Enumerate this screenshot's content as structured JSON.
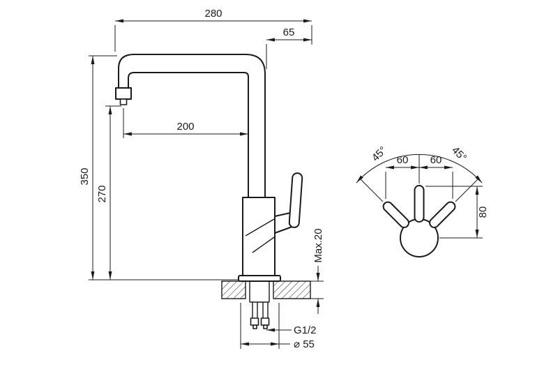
{
  "front_view": {
    "total_width": "280",
    "right_offset": "65",
    "spout_reach": "200",
    "total_height": "350",
    "spout_height": "270",
    "deck_thickness": "Max.20",
    "thread_size": "G1/2",
    "base_diameter": "⌀ 55"
  },
  "rotation_view": {
    "angle_left": "45°",
    "angle_right": "45°",
    "offset_left": "60",
    "offset_right": "60",
    "handle_height": "80"
  },
  "colors": {
    "line": "#1a1a1a",
    "bg": "#ffffff"
  }
}
